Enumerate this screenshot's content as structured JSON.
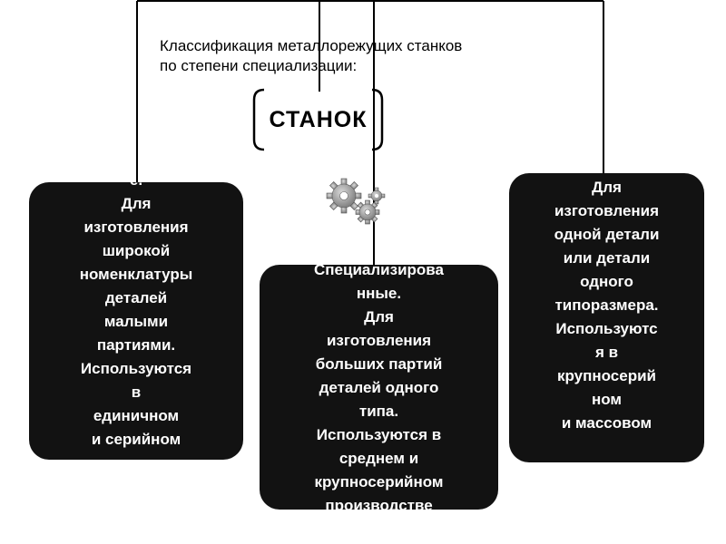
{
  "header": {
    "title_line1": "Классификация металлорежущих станков",
    "title_line2": "по степени специализации:"
  },
  "root": {
    "label": "СТАНОК"
  },
  "cards": {
    "left": {
      "text": "е.\nДля\nизготовления\nширокой\nноменклатуры\nдеталей\nмалыми\nпартиями.\nИспользуются\nв\nединичном\nи серийном"
    },
    "middle": {
      "text": "Специализирова\nнные.\nДля\nизготовления\nбольших партий\nдеталей одного\nтипа.\nИспользуются в\nсреднем и\nкрупносерийном\nпроизводстве"
    },
    "right": {
      "text": ".\nДля\nизготовления\nодной детали\nили детали\nодного\nтипоразмера.\nИспользуютс\nя в\nкрупносерий\nном\nи массовом"
    }
  },
  "colors": {
    "card_bg": "#121212",
    "card_text": "#ffffff",
    "connector": "#000000",
    "gear": "#a8a8a8"
  },
  "icons": {
    "decoration": "gears-icon"
  }
}
